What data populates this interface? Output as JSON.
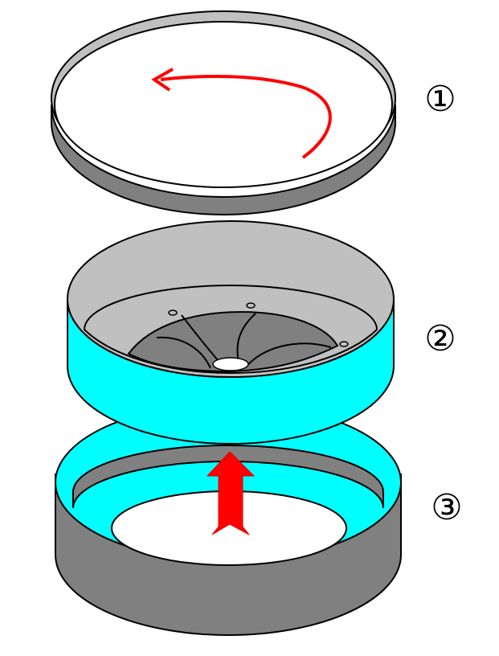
{
  "labels": {
    "part1": "①",
    "part2": "②",
    "part3": "③"
  },
  "colors": {
    "outline": "#000000",
    "light_gray": "#c0c0c0",
    "dark_gray": "#808080",
    "cyan": "#00ffff",
    "arrow_red": "#ff0000",
    "white": "#ffffff"
  }
}
